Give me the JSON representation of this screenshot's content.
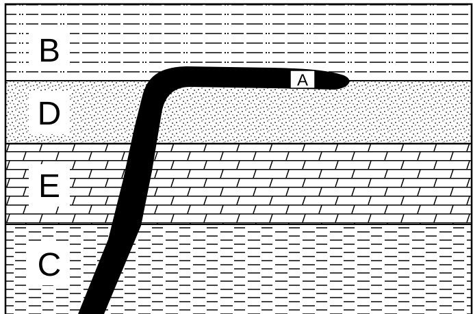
{
  "layers": [
    {
      "id": "top",
      "label": "B",
      "pattern": "dash-dot",
      "description_type": "shale-siltstone"
    },
    {
      "id": "second",
      "label": "D",
      "pattern": "stipple",
      "description_type": "sandstone"
    },
    {
      "id": "third",
      "label": "E",
      "pattern": "brick",
      "description_type": "limestone"
    },
    {
      "id": "bottom",
      "label": "C",
      "pattern": "dash",
      "description_type": "shale"
    }
  ],
  "intrusion": {
    "label": "A"
  },
  "colors": {
    "ink": "#000000",
    "paper": "#ffffff"
  }
}
